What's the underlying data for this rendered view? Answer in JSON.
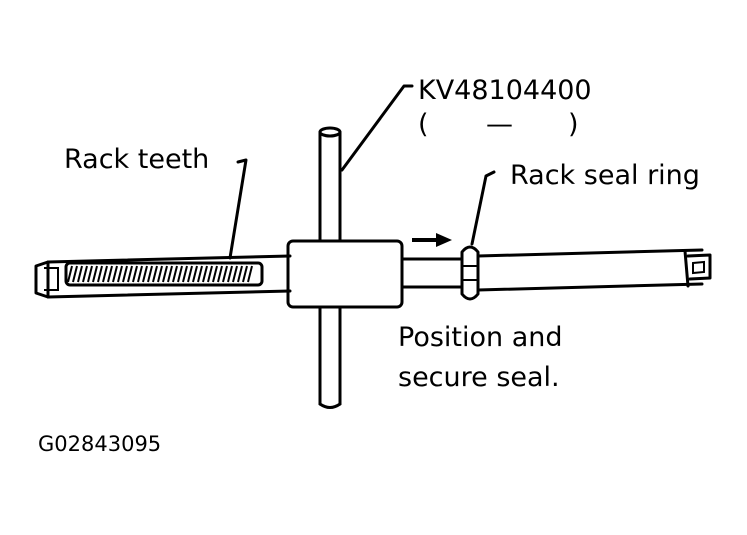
{
  "labels": {
    "tool_number": "KV48104400",
    "tool_paren_open": "(",
    "tool_dash": "—",
    "tool_paren_close": ")",
    "rack_teeth": "Rack teeth",
    "rack_seal_ring": "Rack seal ring",
    "instruction_line1": "Position and",
    "instruction_line2": "secure seal.",
    "figure_code": "G02843095"
  }
}
